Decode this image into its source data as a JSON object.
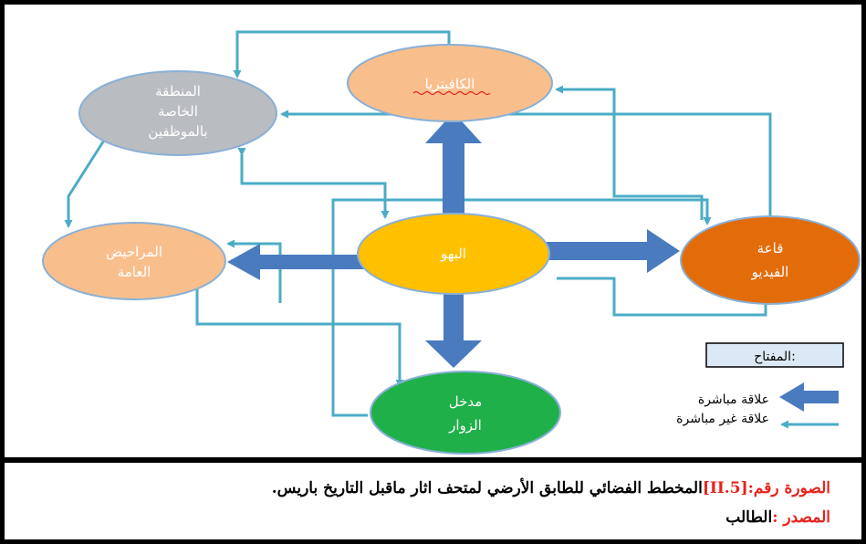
{
  "nodes": {
    "staff": {
      "lines": [
        "المنطقة",
        "الخاصة",
        "بالموظفين"
      ],
      "fill": "#b9bcc0"
    },
    "cafeteria": {
      "lines": [
        "الكافيتريا"
      ],
      "fill": "#f8bf8d"
    },
    "toilets": {
      "lines": [
        "المراحيض",
        "العامة"
      ],
      "fill": "#f8bf8d"
    },
    "lobby": {
      "lines": [
        "البهو"
      ],
      "fill": "#ffc000"
    },
    "video": {
      "lines": [
        "قاعة",
        "الفيديو"
      ],
      "fill": "#e36c0a"
    },
    "entrance": {
      "lines": [
        "مدخل",
        "الزوار"
      ],
      "fill": "#1fb04a"
    }
  },
  "legend": {
    "title": "المفتاح:",
    "direct": "علاقة مباشرة",
    "indirect": "علاقة غير مباشرة"
  },
  "colors": {
    "direct_arrow": "#4a7bbf",
    "indirect_line": "#4bacc6",
    "node_stroke": "#8ab0d6",
    "legend_box": "#dbe9f6"
  },
  "caption": {
    "figure_label": "الصورة رقم:",
    "figure_number": "[5.II]",
    "figure_title": "المخطط  الفضائي للطابق الأرضي لمتحف اثار ماقبل التاريخ باريس.",
    "source_label": "المصدر :",
    "source_value": "الطالب"
  }
}
